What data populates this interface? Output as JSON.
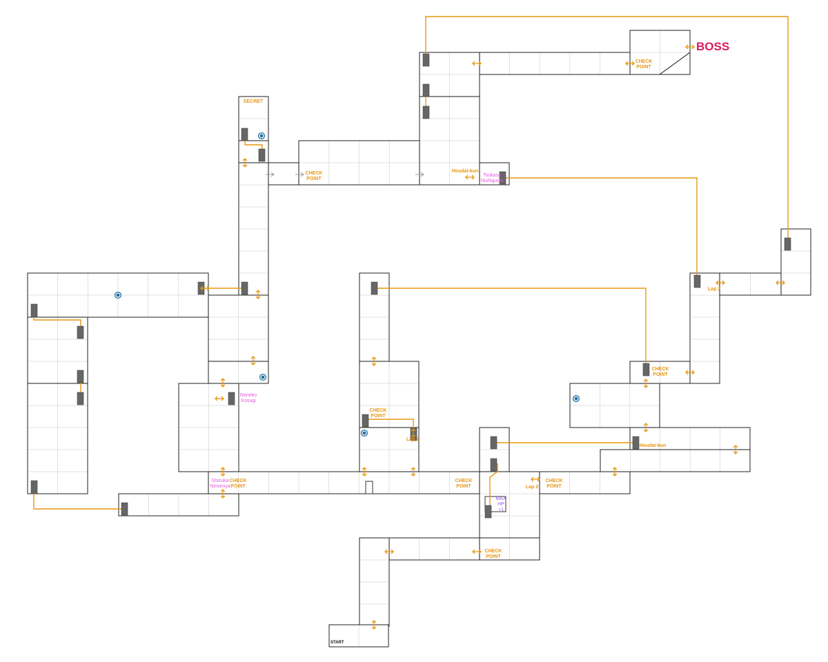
{
  "labels": {
    "boss": "BOSS",
    "start": "START",
    "secret": "SECRET",
    "checkpoint": "CHECK\nPOINT",
    "lap2": "Lap 2",
    "houdai": "Houdai-kun",
    "tsukasa": "Tsukasa\nNishiguchi",
    "neneko": "Neneko\nKosugi",
    "shizuka": "Shizuka\nNinomiya",
    "maxhp": "MAX\nHP\n+1"
  },
  "colors": {
    "route": "#e8960f",
    "orb": "#1f6fa0",
    "door": "#666666",
    "wall": "#333333",
    "grid": "#d8d8d8",
    "boss": "#d81b60",
    "npc": "#e05ad8",
    "powerup": "#9b59e6"
  },
  "legend_icons": [
    "door-icon",
    "save-orb-icon",
    "two-way-arrow-icon",
    "one-way-arrow-icon"
  ]
}
